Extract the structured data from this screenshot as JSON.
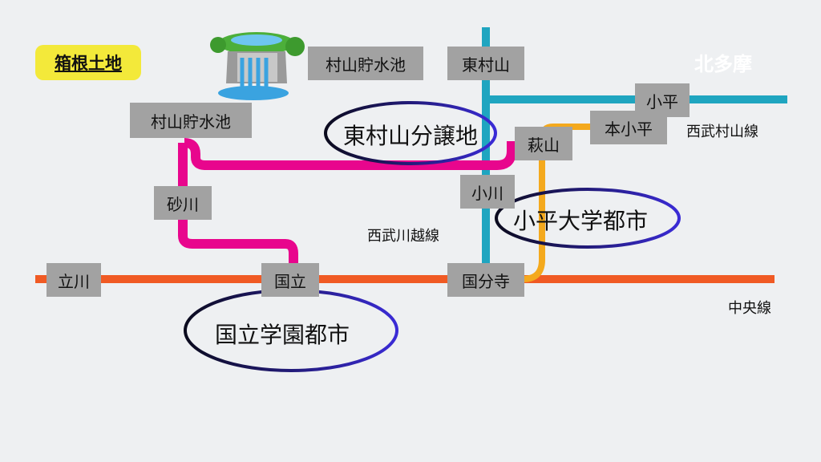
{
  "badge": "箱根土地",
  "region": "北多摩",
  "dam_label": "村山貯水池",
  "stations": {
    "tachikawa": "立川",
    "kunitachi": "国立",
    "kokubunji": "国分寺",
    "sunagawa": "砂川",
    "murayama_chosuichi": "村山貯水池",
    "ogawa": "小川",
    "hagiyama": "萩山",
    "higashimurayama": "東村山",
    "honkodaira": "本小平",
    "kodaira": "小平"
  },
  "lines": {
    "chuo": "中央線",
    "seibu_murayama": "西武村山線",
    "seibu_kawagoe": "西武川越線"
  },
  "areas": {
    "higashimurayama_bunjochi": "東村山分譲地",
    "kodaira_gakuen": "小平大学都市",
    "kunitachi_gakuen": "国立学園都市"
  },
  "colors": {
    "chuo": "#f05a24",
    "seibu_murayama": "#1fa5c0",
    "tamako": "#f4a91d",
    "pink": "#e8068d",
    "badge": "#f3e93a"
  }
}
